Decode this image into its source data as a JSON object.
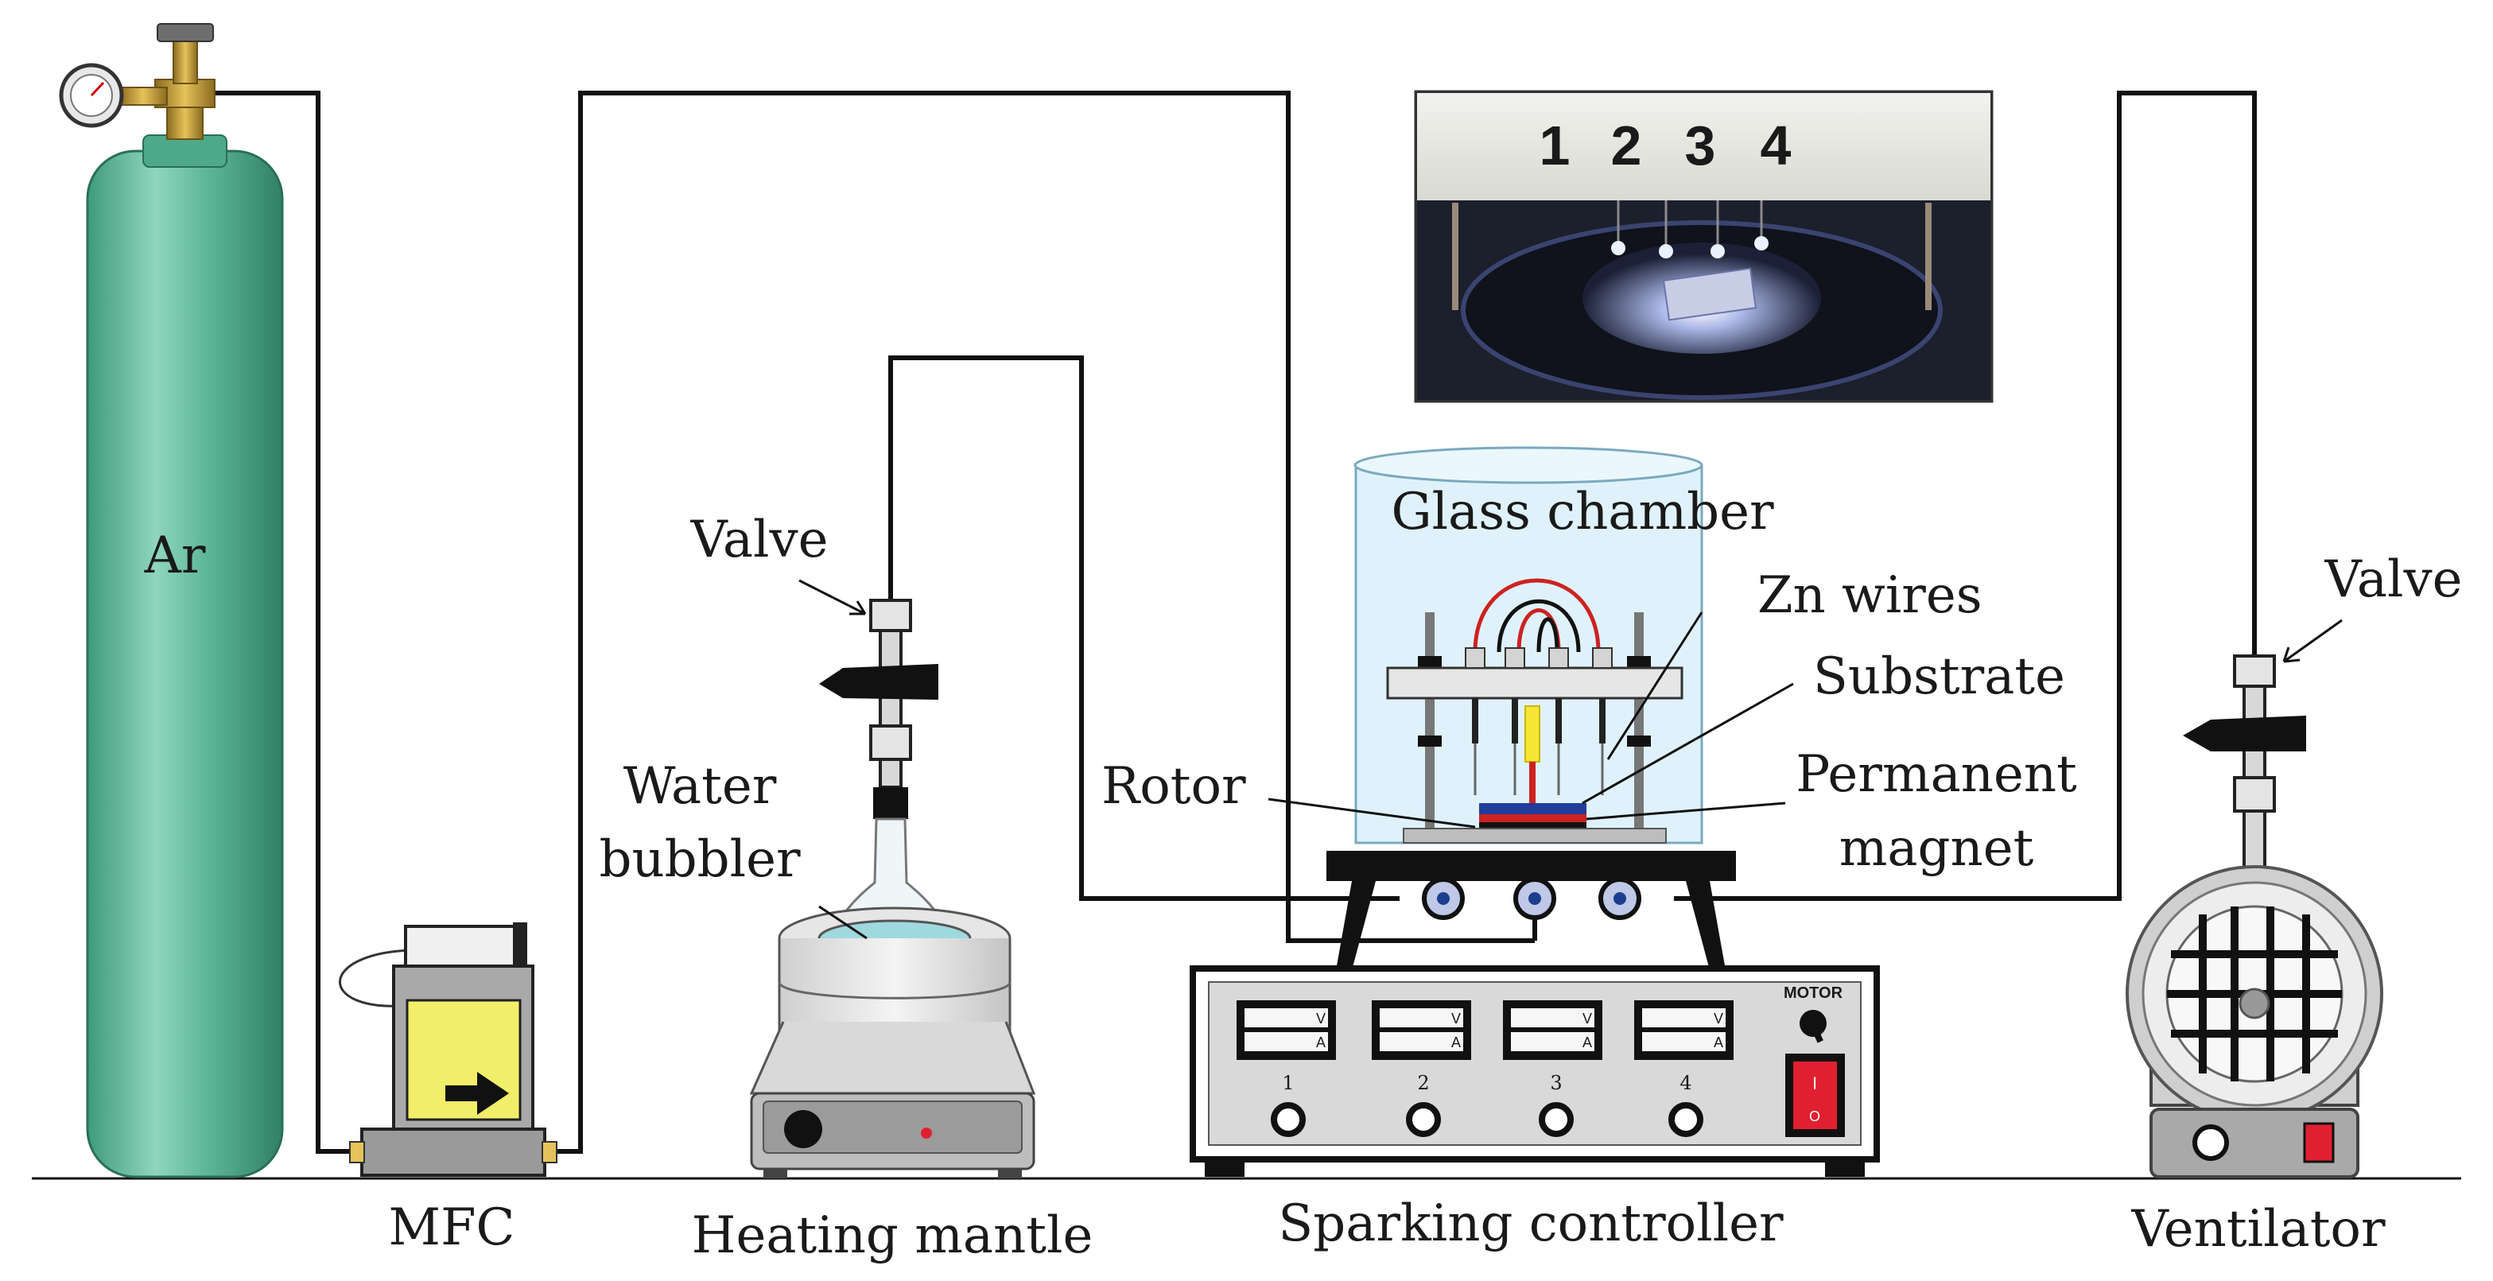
{
  "labels": {
    "ar": "Ar",
    "valve_left": "Valve",
    "valve_right": "Valve",
    "water_bubbler_1": "Water",
    "water_bubbler_2": "bubbler",
    "glass_chamber": "Glass chamber",
    "zn_wires": "Zn wires",
    "substrate": "Substrate",
    "rotor": "Rotor",
    "permanent_magnet_1": "Permanent",
    "permanent_magnet_2": "magnet",
    "mfc": "MFC",
    "heating_mantle": "Heating mantle",
    "sparking_controller": "Sparking controller",
    "ventilator": "Ventilator"
  },
  "controller": {
    "motor_label": "MOTOR",
    "channels": [
      "1",
      "2",
      "3",
      "4"
    ],
    "meter_v": "V",
    "meter_a": "A",
    "switch_on": "I",
    "switch_off": "O"
  },
  "photo": {
    "electrode_numbers": [
      "1",
      "2",
      "3",
      "4"
    ]
  },
  "colors": {
    "cylinder": "#5fb89a",
    "cylinder_light": "#9fdcc6",
    "mfc_panel": "#f2ee6a",
    "switch_red": "#e02030",
    "glass": "#dff2fb",
    "water": "#7fd0d8",
    "line": "#111111"
  }
}
